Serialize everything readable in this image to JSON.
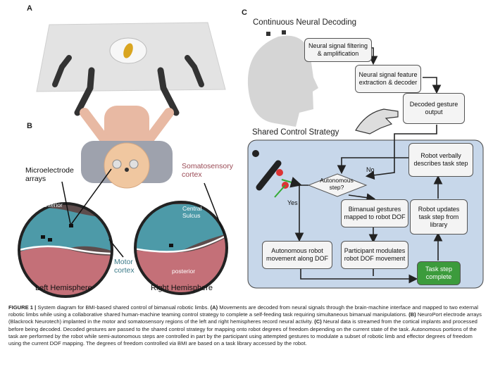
{
  "panels": {
    "a": "A",
    "b": "B",
    "c": "C"
  },
  "continuous_header": "Continuous Neural Decoding",
  "shared_header": "Shared Control Strategy",
  "flow": {
    "filtering": "Neural signal filtering & amplification",
    "extraction": "Neural signal feature extraction & decoder",
    "decoded": "Decoded gesture output",
    "decision": "Autonomous step?",
    "yes": "Yes",
    "no": "No",
    "bimanual": "Bimanual gestures mapped to robot DOF",
    "autonomous": "Autonomous robot movement along DOF",
    "participant": "Participant modulates robot DOF movement",
    "complete": "Task step complete",
    "updates": "Robot updates task step from library",
    "verbally": "Robot verbally describes task step"
  },
  "brain_labels": {
    "microelectrode": "Microelectrode arrays",
    "somatosensory": "Somatosensory cortex",
    "anterior": "anterior",
    "central": "Central Sulcus",
    "motor": "Motor cortex",
    "posterior": "posterior",
    "left": "Left Hemisphere",
    "right": "Right Hemisphere"
  },
  "caption": {
    "title": "FIGURE 1 | ",
    "title_rest": "System diagram for BMI-based shared control of bimanual robotic limbs. ",
    "a_tag": "(A)",
    "a_text": " Movements are decoded from neural signals through the brain-machine interface and mapped to two external robotic limbs while using a collaborative shared human-machine teaming control strategy to complete a self-feeding task requiring simultaneous bimanual manipulations. ",
    "b_tag": "(B)",
    "b_text": " NeuroPort electrode arrays (Blackrock Neurotech) implanted in the motor and somatosensory regions of the left and right hemispheres record neural activity. ",
    "c_tag": "(C)",
    "c_text": " Neural data is streamed from the cortical implants and processed before being decoded. Decoded gestures are passed to the shared control strategy for mapping onto robot degrees of freedom depending on the current state of the task. Autonomous portions of the task are performed by the robot while semi-autonomous steps are controlled in part by the participant using attempted gestures to modulate a subset of robotic limb and effector degrees of freedom using the current DOF mapping. The degrees of freedom controlled ",
    "via": "via",
    "end_text": " BMI are based on a task library accessed by the robot."
  },
  "colors": {
    "shared_bg": "#c7d7ea",
    "complete_fill": "#3c9b3c",
    "motor": "#4d9aa8",
    "sensory": "#c47078"
  }
}
